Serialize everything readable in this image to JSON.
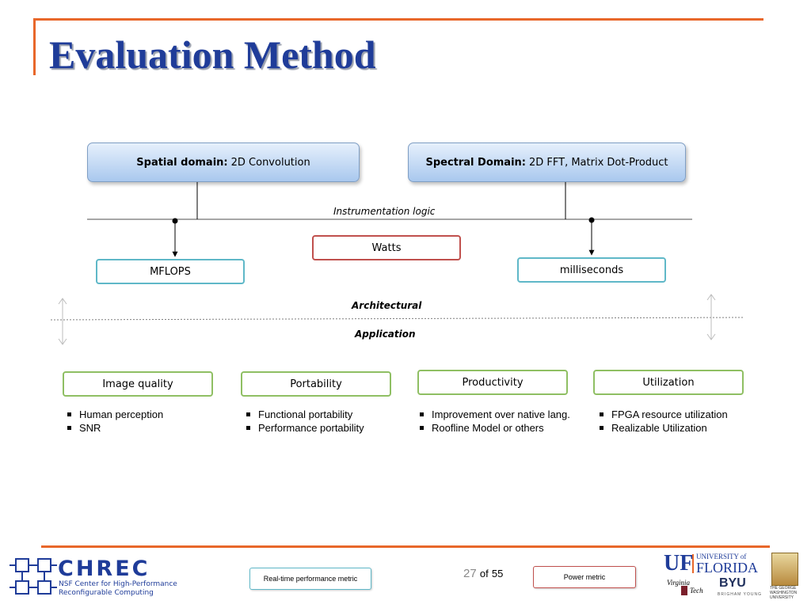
{
  "slide": {
    "title": "Evaluation Method",
    "page_number": "27",
    "page_of": "of",
    "page_total": "55"
  },
  "diagram": {
    "spatial_domain": {
      "label": "Spatial domain:",
      "value": "2D Convolution"
    },
    "spectral_domain": {
      "label": "Spectral Domain:",
      "value": "2D FFT, Matrix Dot-Product"
    },
    "instrumentation_label": "Instrumentation logic",
    "metrics": {
      "mflops": "MFLOPS",
      "watts": "Watts",
      "milliseconds": "milliseconds"
    },
    "layer_architectural": "Architectural",
    "layer_application": "Application",
    "categories": [
      {
        "name": "Image quality",
        "bullets": [
          "Human perception",
          "SNR"
        ]
      },
      {
        "name": "Portability",
        "bullets": [
          "Functional portability",
          "Performance portability"
        ]
      },
      {
        "name": "Productivity",
        "bullets": [
          "Improvement over native lang.",
          "Roofline Model or others"
        ]
      },
      {
        "name": "Utilization",
        "bullets": [
          "FPGA resource utilization",
          "Realizable Utilization"
        ]
      }
    ]
  },
  "legend": {
    "realtime": "Real-time performance metric",
    "power": "Power metric"
  },
  "logos": {
    "chrec_name": "CHREC",
    "chrec_line1": "NSF Center for High-Performance",
    "chrec_line2": "Reconfigurable Computing",
    "uf_mark": "UF",
    "uf_small": "UNIVERSITY of",
    "uf_big": "FLORIDA",
    "vt_line1": "Virginia",
    "vt_line2": "Tech",
    "byu_mark": "BYU",
    "byu_sub": "BRIGHAM YOUNG",
    "gw_line1": "THE GEORGE",
    "gw_line2": "WASHINGTON",
    "gw_line3": "UNIVERSITY"
  }
}
